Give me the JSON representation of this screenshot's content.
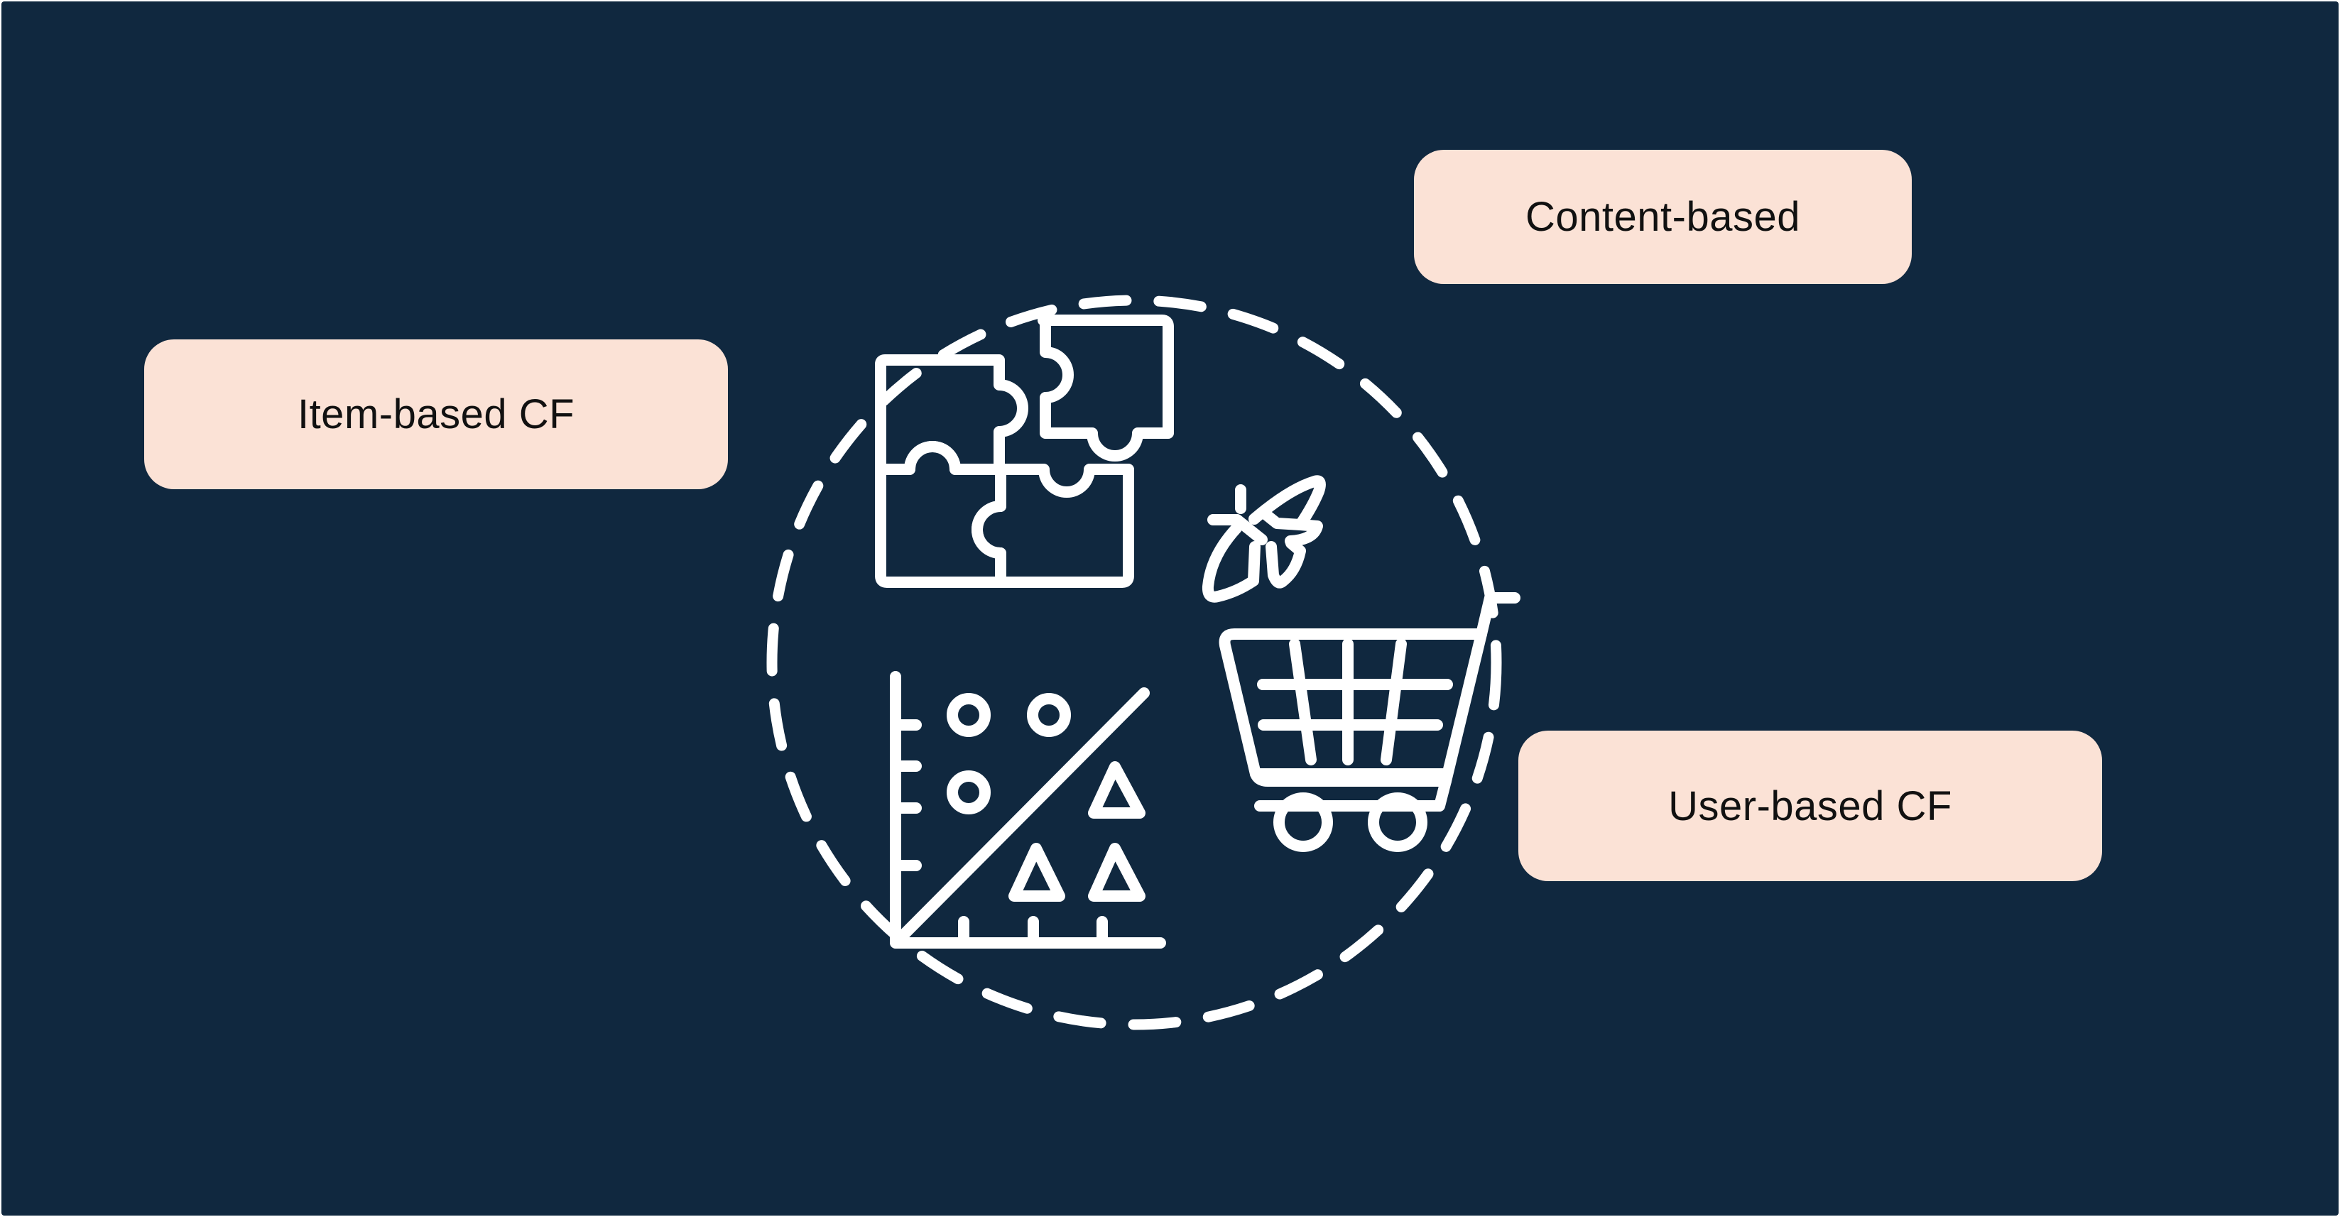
{
  "colors": {
    "background": "#10283f",
    "label_fill": "#fbe2d6",
    "label_text": "#111111",
    "icon_stroke": "#ffffff"
  },
  "labels": {
    "content_based": "Content-based",
    "item_based": "Item-based CF",
    "user_based": "User-based CF"
  },
  "icons": {
    "puzzle": "puzzle-pieces-icon",
    "chart": "scatter-chart-icon",
    "cart": "shopping-cart-icon",
    "leaf": "leaf-icon",
    "ring": "dashed-ring"
  }
}
